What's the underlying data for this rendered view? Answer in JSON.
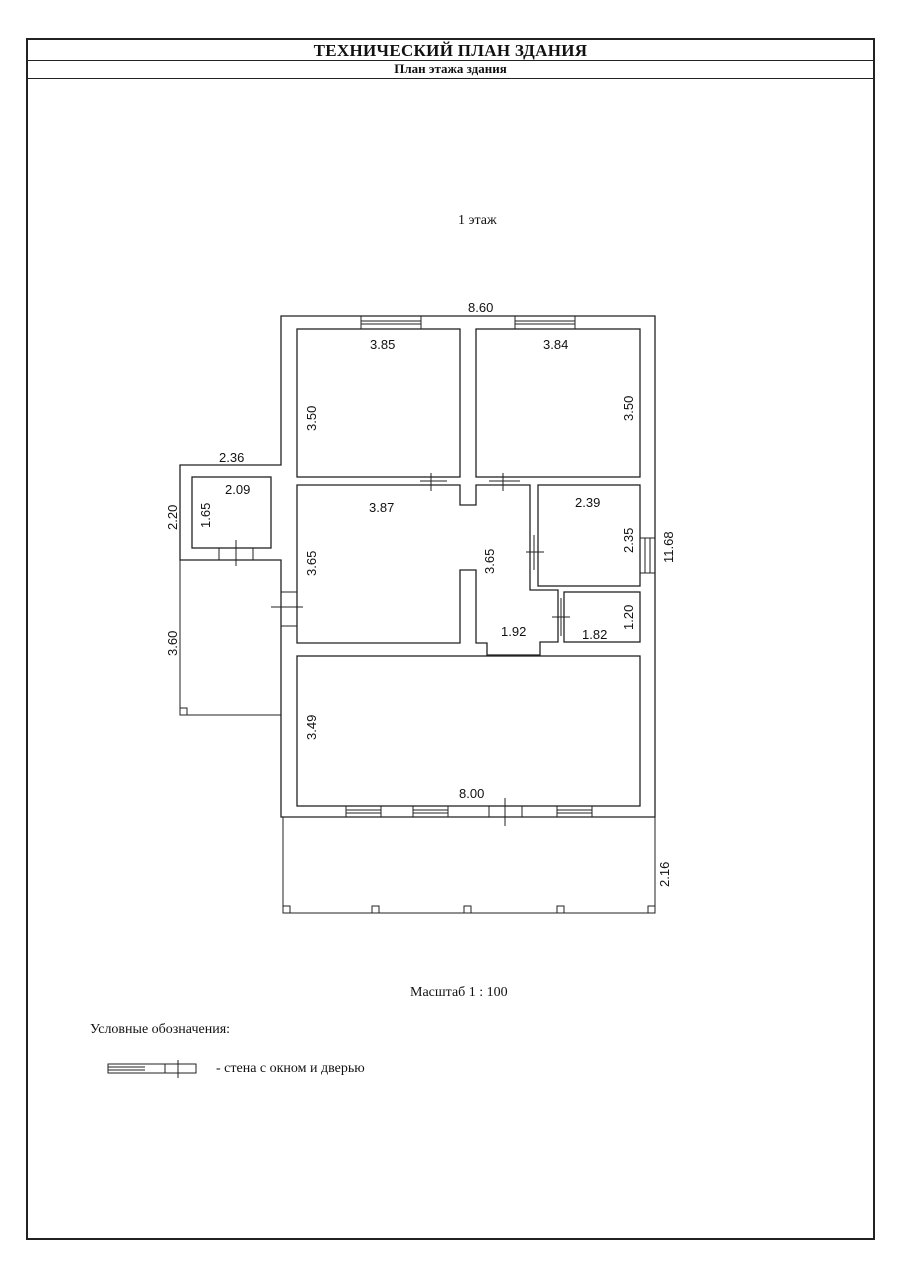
{
  "header": {
    "title": "ТЕХНИЧЕСКИЙ ПЛАН ЗДАНИЯ",
    "subtitle": "План  этажа здания"
  },
  "plan": {
    "floor_label": "1 этаж",
    "dimensions": {
      "overall_width": "8.60",
      "room_top_left_width": "3.85",
      "room_top_right_width": "3.84",
      "room_top_left_height": "3.50",
      "room_top_right_height": "3.50",
      "porch_width": "2.36",
      "porch_height": "2.20",
      "small_room_width": "2.09",
      "small_room_height": "1.65",
      "middle_room_width": "3.87",
      "middle_room_height_left": "3.65",
      "middle_room_height_right": "3.65",
      "bath_width": "2.39",
      "bath_height": "2.35",
      "overall_height": "11.68",
      "veranda_height": "3.60",
      "hall_width": "1.92",
      "closet_width": "1.82",
      "closet_height": "1.20",
      "bottom_room_height": "3.49",
      "bottom_room_width": "8.00",
      "terrace_height": "2.16"
    }
  },
  "footer": {
    "scale": "Масштаб 1  :  100",
    "legend_title": "Условные обозначения:",
    "legend_item": "- стена с окном и дверью"
  }
}
